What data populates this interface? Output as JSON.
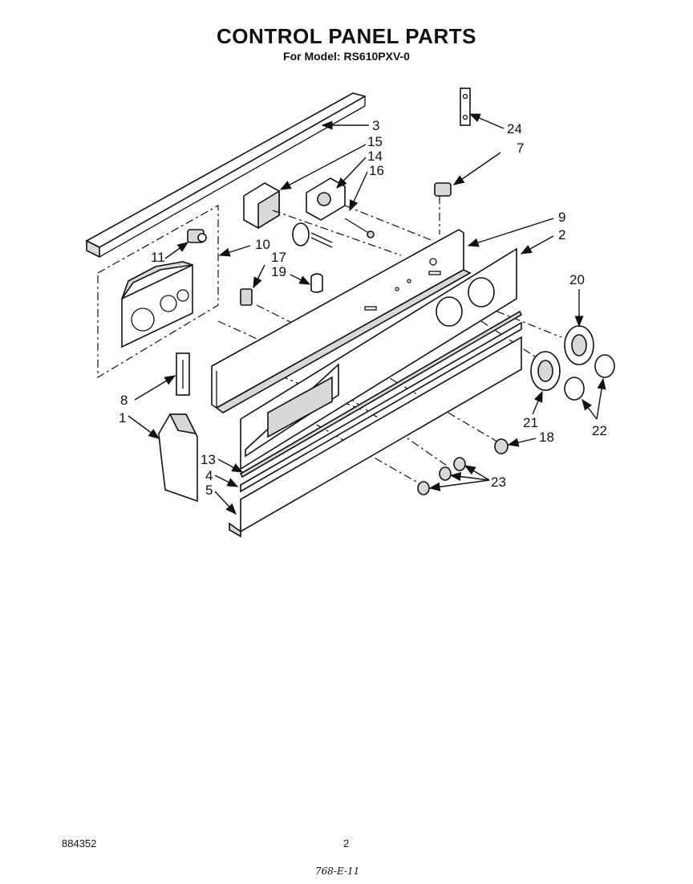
{
  "header": {
    "title": "CONTROL PANEL PARTS",
    "subtitle": "For Model: RS610PXV-0"
  },
  "footer": {
    "doc_number": "884352",
    "page_number": "2",
    "handwritten_note": "768-E-11"
  },
  "callouts": {
    "c1": "1",
    "c2": "2",
    "c3": "3",
    "c4": "4",
    "c5": "5",
    "c7": "7",
    "c8": "8",
    "c9": "9",
    "c10": "10",
    "c11": "11",
    "c13": "13",
    "c14": "14",
    "c15": "15",
    "c16": "16",
    "c17": "17",
    "c18": "18",
    "c19": "19",
    "c20": "20",
    "c21": "21",
    "c22": "22",
    "c23": "23",
    "c24": "24"
  }
}
